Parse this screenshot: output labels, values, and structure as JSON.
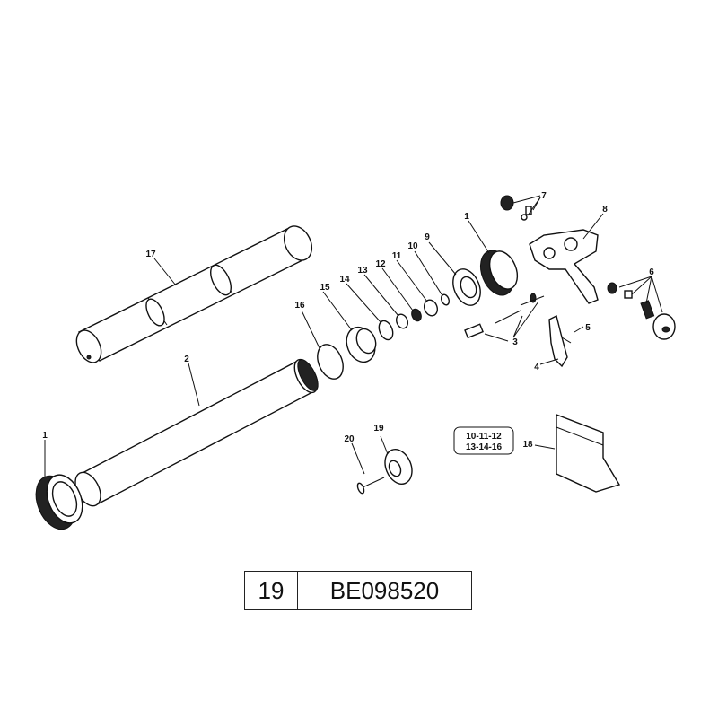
{
  "labels": {
    "l1a": "1",
    "l1b": "1",
    "l2": "2",
    "l3": "3",
    "l4": "4",
    "l5": "5",
    "l6": "6",
    "l7": "7",
    "l8": "8",
    "l9": "9",
    "l10": "10",
    "l11": "11",
    "l12": "12",
    "l13": "13",
    "l14": "14",
    "l15": "15",
    "l16": "16",
    "l17": "17",
    "l18": "18",
    "l19": "19",
    "l20": "20"
  },
  "kit": {
    "line1": "10-11-12",
    "line2": "13-14-16"
  },
  "footer": {
    "number": "19",
    "code": "BE098520"
  }
}
